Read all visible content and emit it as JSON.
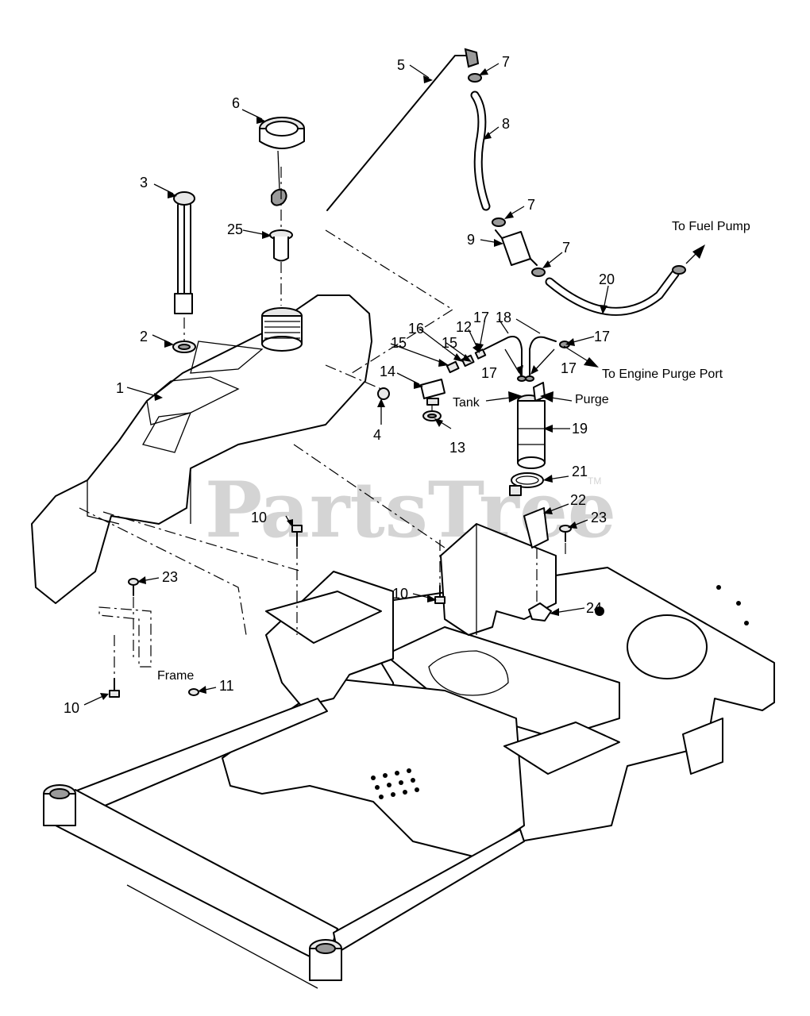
{
  "watermark": {
    "brand": "PartsTree",
    "trademark": "TM"
  },
  "callouts": {
    "c1": "1",
    "c2": "2",
    "c3": "3",
    "c4": "4",
    "c5": "5",
    "c6": "6",
    "c7a": "7",
    "c7b": "7",
    "c7c": "7",
    "c8": "8",
    "c9": "9",
    "c10a": "10",
    "c10b": "10",
    "c10c": "10",
    "c11": "11",
    "c12": "12",
    "c13": "13",
    "c14": "14",
    "c15a": "15",
    "c15b": "15",
    "c16": "16",
    "c17a": "17",
    "c17b": "17",
    "c17c": "17",
    "c17d": "17",
    "c18": "18",
    "c19": "19",
    "c20": "20",
    "c21": "21",
    "c22": "22",
    "c23a": "23",
    "c23b": "23",
    "c24": "24",
    "c25": "25"
  },
  "annotations": {
    "to_fuel_pump": "To Fuel Pump",
    "to_engine_purge_port": "To Engine Purge Port",
    "tank": "Tank",
    "purge": "Purge",
    "frame": "Frame"
  }
}
